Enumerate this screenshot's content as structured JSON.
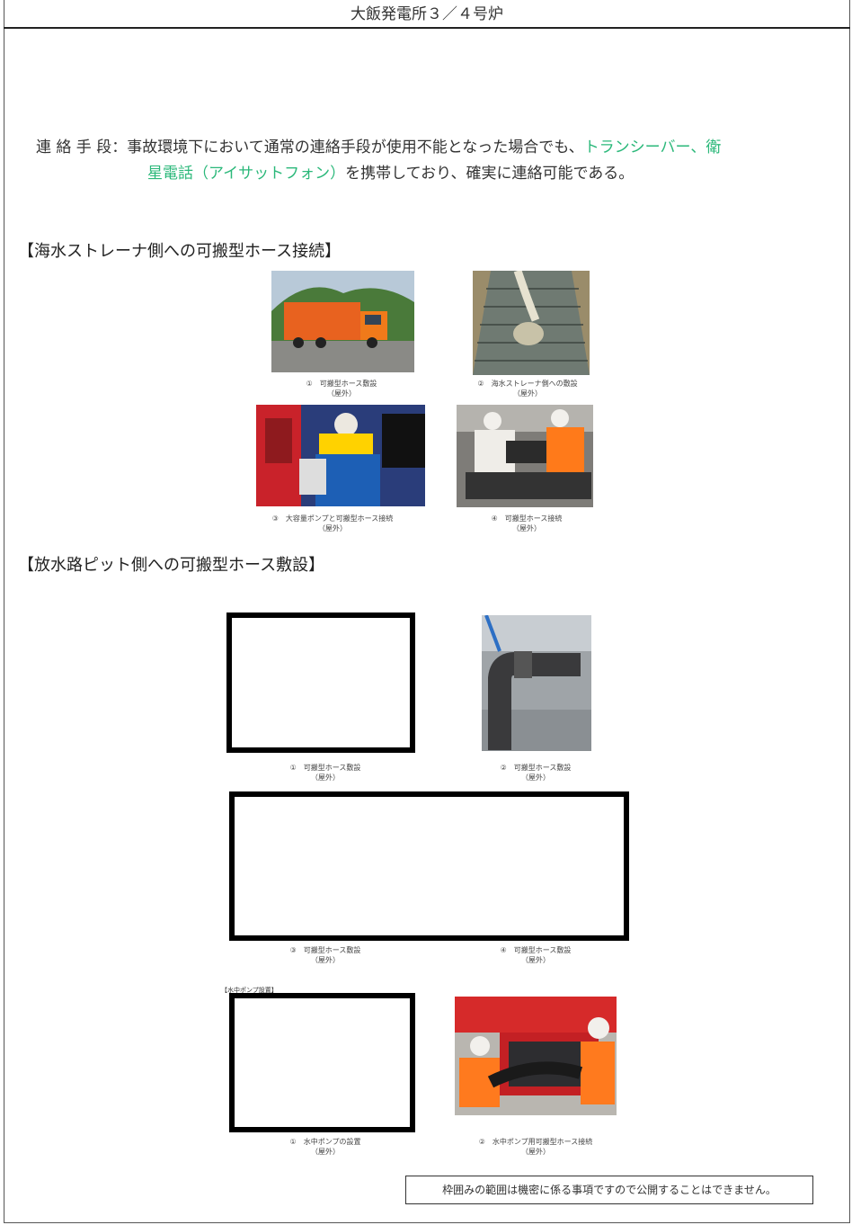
{
  "header": {
    "title": "大飯発電所３／４号炉"
  },
  "contact": {
    "label": "連 絡 手 段：",
    "text1": "事故環境下において通常の連絡手段が使用不能となった場合でも、",
    "green1": "トランシーバー、衛",
    "green2": "星電話（アイサットフォン）",
    "text2": "を携帯しており、確実に連絡可能である。"
  },
  "section1": {
    "title": "【海水ストレーナ側への可搬型ホース接続】",
    "captions": [
      {
        "line1": "①　可搬型ホース敷設",
        "line2": "（屋外）"
      },
      {
        "line1": "②　海水ストレーナ側への敷設",
        "line2": "（屋外）"
      },
      {
        "line1": "③　大容量ポンプと可搬型ホース接続",
        "line2": "（屋外）"
      },
      {
        "line1": "④　可搬型ホース接続",
        "line2": "（屋外）"
      }
    ]
  },
  "section2": {
    "title": "【放水路ピット側への可搬型ホース敷設】",
    "captions": [
      {
        "line1": "①　可搬型ホース敷設",
        "line2": "（屋外）"
      },
      {
        "line1": "②　可搬型ホース敷設",
        "line2": "（屋外）"
      },
      {
        "line1": "③　可搬型ホース敷設",
        "line2": "（屋外）"
      },
      {
        "line1": "④　可搬型ホース敷設",
        "line2": "（屋外）"
      }
    ]
  },
  "section3": {
    "label": "【水中ポンプ設置】",
    "captions": [
      {
        "line1": "①　水中ポンプの設置",
        "line2": "（屋外）"
      },
      {
        "line1": "②　水中ポンプ用可搬型ホース接続",
        "line2": "（屋外）"
      }
    ]
  },
  "notice": {
    "text": "枠囲みの範囲は機密に係る事項ですので公開することはできません。"
  }
}
